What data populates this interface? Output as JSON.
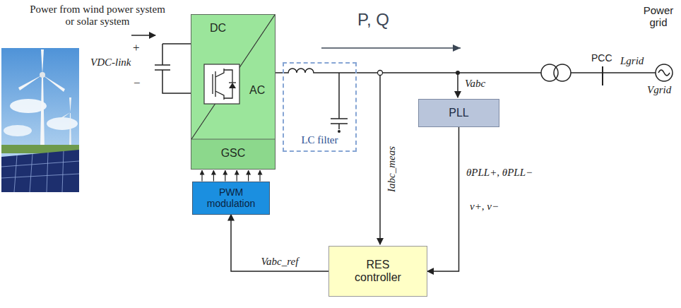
{
  "diagram": {
    "nodes": [
      {
        "text": [
          "DC",
          "AC",
          "GSC"
        ]
      },
      {
        "text": [
          "LC filter"
        ]
      },
      {
        "text": [
          "PWM modulation"
        ]
      },
      {
        "text": [
          "PLL"
        ]
      },
      {
        "text": [
          "RES controller"
        ]
      }
    ],
    "edges": [
      {
        "from": 0,
        "to": 1,
        "arrow": "none"
      },
      {
        "from": 2,
        "to": 0,
        "arrow": "to"
      },
      {
        "from": 3,
        "to": 4,
        "arrow": "to"
      },
      {
        "from": 4,
        "to": 2,
        "arrow": "to",
        "label": "Vabc_ref"
      }
    ],
    "labels": [
      "Power from wind power system or solar system",
      "+",
      "VDC-link",
      "−",
      "P, Q",
      "Iabc_meas",
      "Vabc",
      "θPLL+, θPLL−",
      "v+, v−",
      "PCC",
      "Lgrid",
      "Power grid",
      "Vgrid"
    ]
  }
}
